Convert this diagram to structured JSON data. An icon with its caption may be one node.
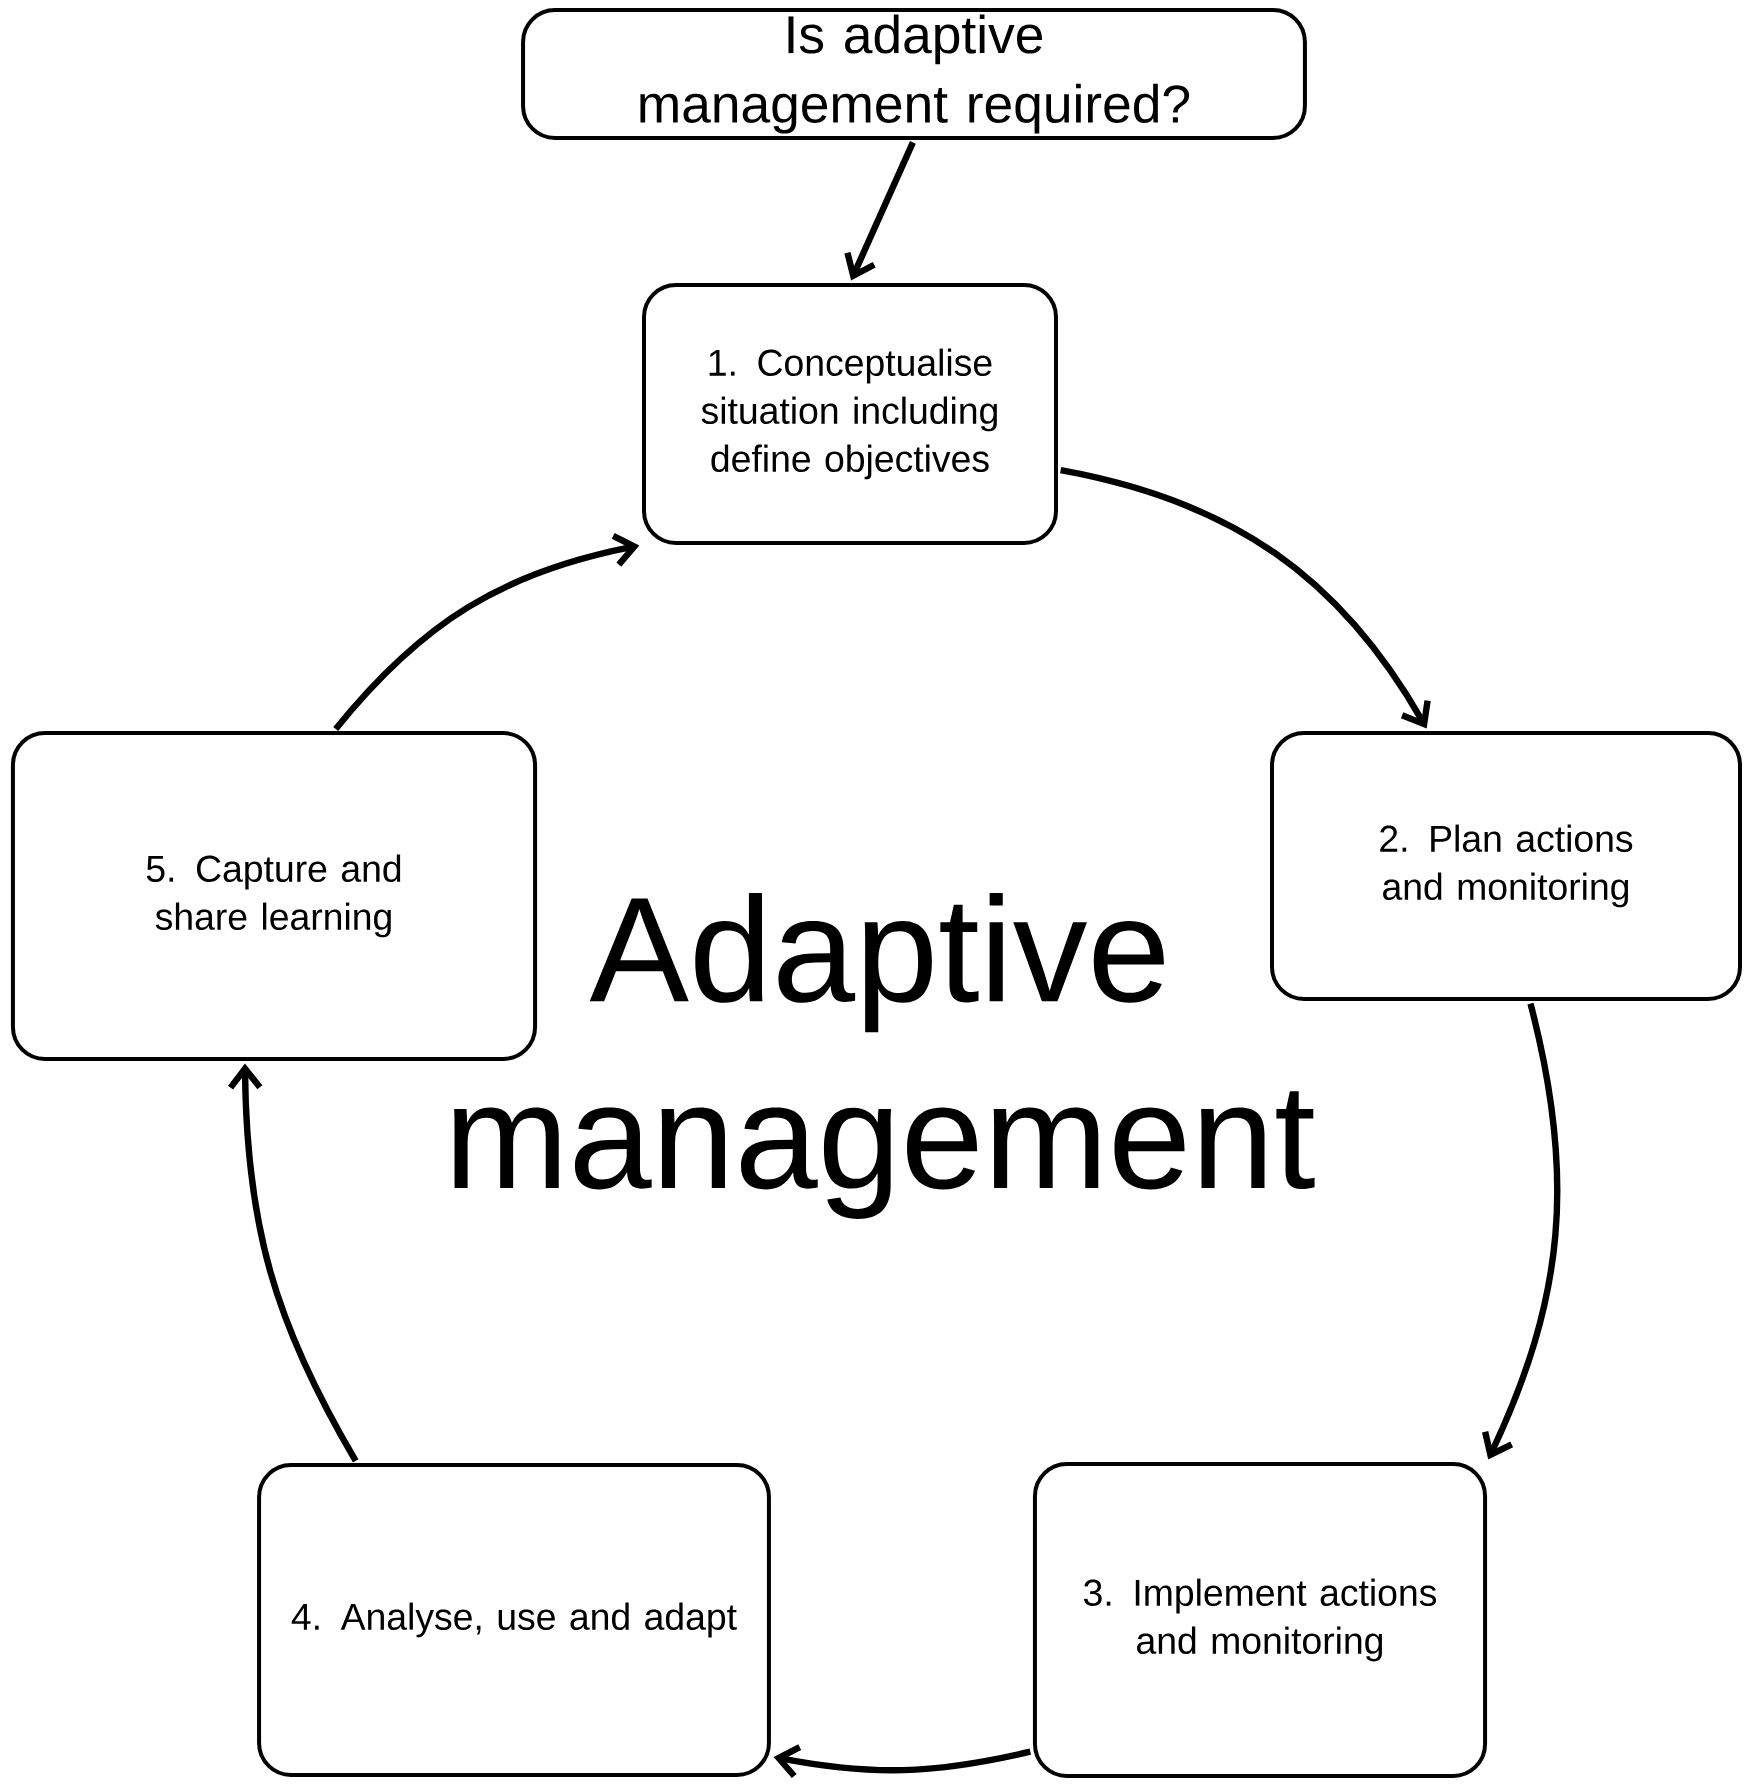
{
  "diagram": {
    "nodes": [
      {
        "text": [
          "Is adaptive management required?"
        ]
      },
      {
        "text": [
          "1. Conceptualise situation including define objectives"
        ]
      },
      {
        "text": [
          "2. Plan actions and monitoring"
        ]
      },
      {
        "text": [
          "3. Implement actions and monitoring"
        ]
      },
      {
        "text": [
          "4. Analyse, use and adapt"
        ]
      },
      {
        "text": [
          "5. Capture and share learning"
        ]
      }
    ],
    "edges": [
      {
        "from": 0,
        "to": 1,
        "arrow": "to"
      },
      {
        "from": 1,
        "to": 2,
        "arrow": "to"
      },
      {
        "from": 2,
        "to": 3,
        "arrow": "to"
      },
      {
        "from": 3,
        "to": 4,
        "arrow": "to"
      },
      {
        "from": 4,
        "to": 5,
        "arrow": "to"
      },
      {
        "from": 5,
        "to": 1,
        "arrow": "to"
      }
    ],
    "labels": [
      "Adaptive management"
    ]
  }
}
